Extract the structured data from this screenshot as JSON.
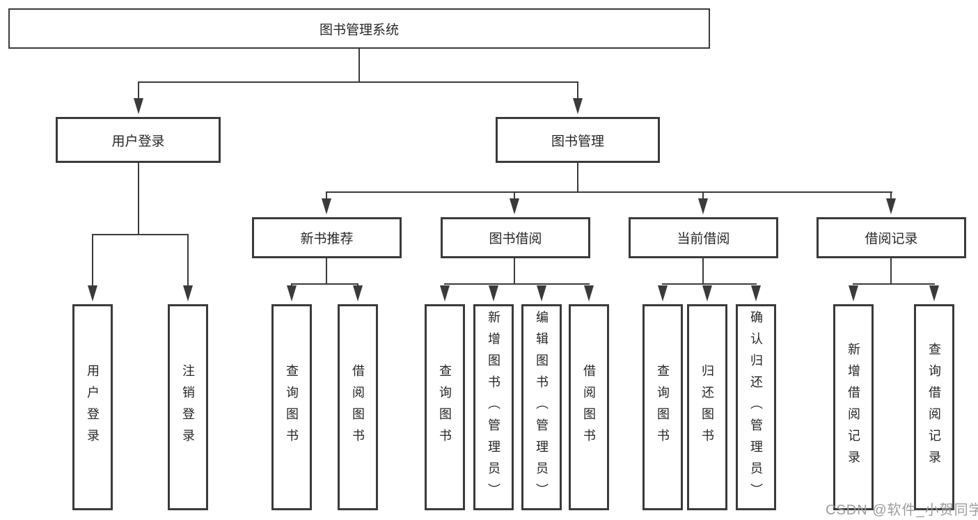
{
  "tree": {
    "root": {
      "label": "图书管理系统",
      "children": [
        {
          "label": "用户登录",
          "children": [
            {
              "label": "用户登录"
            },
            {
              "label": "注销登录"
            }
          ]
        },
        {
          "label": "图书管理",
          "children": [
            {
              "label": "新书推荐",
              "children": [
                {
                  "label": "查询图书"
                },
                {
                  "label": "借阅图书"
                }
              ]
            },
            {
              "label": "图书借阅",
              "children": [
                {
                  "label": "查询图书"
                },
                {
                  "label": "新增图书（管理员）"
                },
                {
                  "label": "编辑图书（管理员）"
                },
                {
                  "label": "借阅图书"
                }
              ]
            },
            {
              "label": "当前借阅",
              "children": [
                {
                  "label": "查询图书"
                },
                {
                  "label": "归还图书"
                },
                {
                  "label": "确认归还（管理员）"
                }
              ]
            },
            {
              "label": "借阅记录",
              "children": [
                {
                  "label": "新增借阅记录"
                },
                {
                  "label": "查询借阅记录"
                }
              ]
            }
          ]
        }
      ]
    }
  },
  "watermark": {
    "text": "CSDN @软件_小贺同学"
  },
  "colors": {
    "line": "#3a3a3a",
    "text": "#262626",
    "watermark": "#9c9c9c",
    "background": "#ffffff"
  }
}
